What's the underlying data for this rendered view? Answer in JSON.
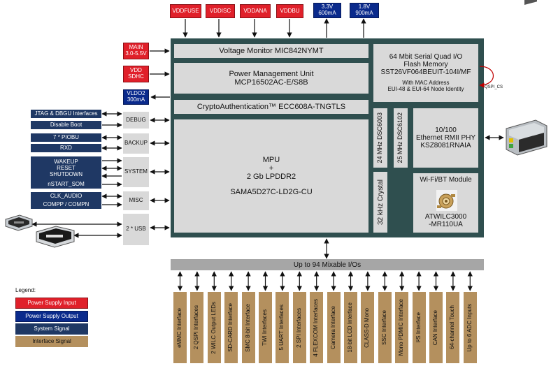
{
  "supply_inputs": [
    "VDDFUSE",
    "VDDISC",
    "VDDANA",
    "VDDBU"
  ],
  "supply_outputs": [
    {
      "line1": "3.3V",
      "line2": "600mA"
    },
    {
      "line1": "1.8V",
      "line2": "900mA"
    }
  ],
  "left_supplies": {
    "main": {
      "line1": "MAIN",
      "line2": "3.0-5.5V"
    },
    "vdd_sdhc": {
      "line1": "VDD",
      "line2": "SDHC"
    },
    "vldo2": {
      "line1": "VLDO2",
      "line2": "300mA"
    }
  },
  "blocks": {
    "voltage_monitor": "Voltage Monitor MIC842NYMT",
    "pmu_line1": "Power Management Unit",
    "pmu_line2": "MCP16502AC-E/S8B",
    "crypto": "CryptoAuthentication™   ECC608A-TNGTLS",
    "flash_line1": "64 Mbit Serial Quad I/O",
    "flash_line2": "Flash Memory",
    "flash_line3": "SST26VF064BEUIT-104I/MF",
    "flash_line4": "With MAC Address",
    "flash_line5": "EUI-48 & EUI-64 Node Identity",
    "qspi_cs": "QSPI_CS",
    "mpu_line1": "MPU",
    "mpu_line2": "+",
    "mpu_line3": "2 Gb LPDDR2",
    "mpu_line4": "SAMA5D27C-LD2G-CU",
    "osc1": "24 MHz DSC6003",
    "osc2": "25 MHz DSC6102",
    "crystal": "32 kHz Crystal",
    "eth_line1": "10/100",
    "eth_line2": "Ethernet  RMII PHY",
    "eth_line3": "KSZ8081RNAIA",
    "wifi_title": "Wi-Fi/BT Module",
    "wifi_line1": "ATWILC3000",
    "wifi_line2": "-MR110UA",
    "io_bus": "Up to 94 Mixable I/Os"
  },
  "groups": [
    "DEBUG",
    "BACKUP",
    "SYSTEM",
    "MISC",
    "2 * USB"
  ],
  "signals": {
    "debug": [
      "JTAG & DBGU Interfaces",
      "Disable Boot"
    ],
    "backup": [
      "7 * PIOBU",
      "RXD"
    ],
    "system": [
      "WAKEUP",
      "RESET",
      "SHUTDOWN",
      "nSTART_SOM"
    ],
    "misc": [
      "CLK_AUDIO",
      "COMPP / COMPN"
    ]
  },
  "interfaces": [
    "eMMC Interface",
    "2 QSPI Interfaces",
    "2 WILC Output LEDs",
    "SD-CARD Interface",
    "SMC 8-bit Interface",
    "TWI Interfaces",
    "5 UART Interfaces",
    "2 SPI Interfaces",
    "4 FLEXCOM Interfaces",
    "Camera Interface",
    "18-bit LCD Interface",
    "CLASS-D Mono",
    "SSC Interface",
    "Mono PDMIC Interface",
    "I²S Interface",
    "CAN Interface",
    "64-channel Touch",
    "Up to 6 ADC Inputs"
  ],
  "legend": {
    "title": "Legend:",
    "items": [
      "Power Supply Input",
      "Power Supply Output",
      "System Signal",
      "Interface Signal"
    ]
  },
  "colors": {
    "supply_input": "#e0202a",
    "supply_output": "#0a2a8c",
    "system_signal": "#1f3864",
    "interface_signal": "#b4905e",
    "som_frame": "#2f4f4f",
    "block_fill": "#d9d9d9"
  }
}
